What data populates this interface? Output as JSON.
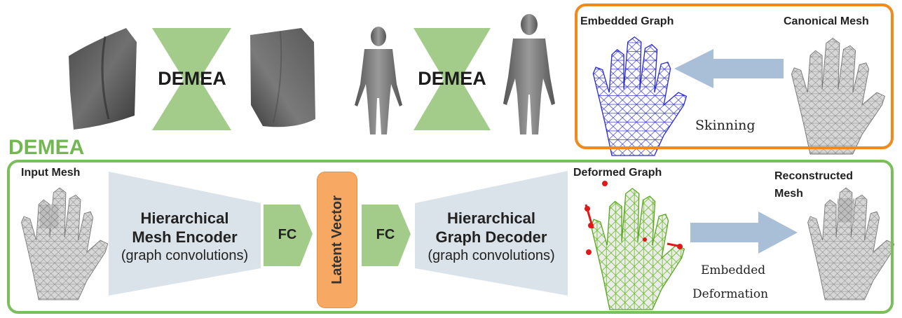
{
  "top_left": {
    "bowtie1_label": "DEMEA",
    "bowtie2_label": "DEMEA"
  },
  "skinning_panel": {
    "embedded_graph_label": "Embedded Graph",
    "canonical_mesh_label": "Canonical Mesh",
    "arrow_label": "Skinning"
  },
  "pipeline": {
    "title": "DEMEA",
    "input_mesh_label": "Input Mesh",
    "encoder": {
      "line1": "Hierarchical",
      "line2": "Mesh Encoder",
      "line3": "(graph convolutions)"
    },
    "fc1_label": "FC",
    "latent_label": "Latent Vector",
    "fc2_label": "FC",
    "decoder": {
      "line1": "Hierarchical",
      "line2": "Graph Decoder",
      "line3": "(graph convolutions)"
    },
    "deformed_graph_label": "Deformed Graph",
    "arrow_label_line1": "Embedded",
    "arrow_label_line2": "Deformation",
    "reconstructed_label_line1": "Reconstructed",
    "reconstructed_label_line2": "Mesh"
  },
  "colors": {
    "green_accent": "#7abf5c",
    "bowtie_green": "#a3cc8a",
    "orange_accent": "#f08a1e",
    "latent_orange": "#f7a964",
    "trapezoid_blue": "#dbe3ea",
    "arrow_blue": "#a9bfd8",
    "wire_blue": "#2b2bd0",
    "wire_green": "#6fbf2a",
    "mesh_gray": "#a8a8a8"
  },
  "icons": [
    "cloth-patch",
    "human-body",
    "hand-mesh",
    "embedded-graph-hand",
    "deformed-graph-hand"
  ]
}
